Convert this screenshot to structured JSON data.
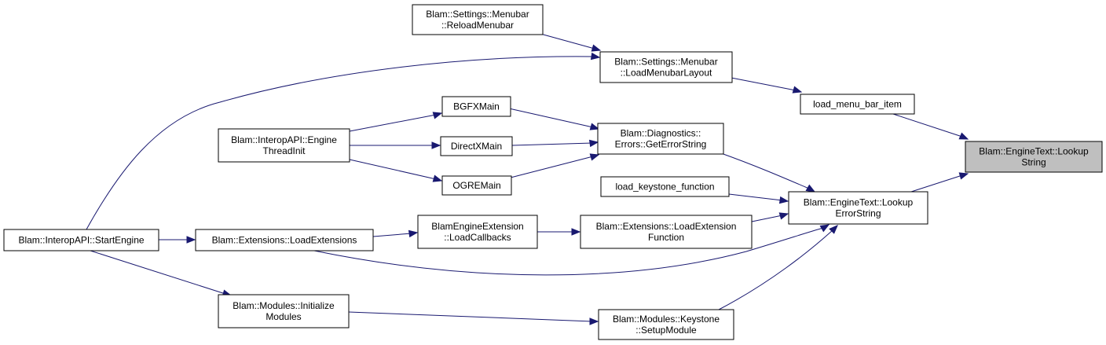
{
  "diagram": {
    "colors": {
      "edge": "#191970",
      "node_border": "#000000",
      "highlight_fill": "#bfbfbf",
      "node_fill": "#ffffff"
    },
    "nodes": [
      {
        "id": "lookup_string",
        "lines": [
          "Blam::EngineText::Lookup",
          "String"
        ],
        "highlight": true
      },
      {
        "id": "load_menu_bar_item",
        "lines": [
          "load_menu_bar_item"
        ]
      },
      {
        "id": "lookup_error_string",
        "lines": [
          "Blam::EngineText::Lookup",
          "ErrorString"
        ]
      },
      {
        "id": "load_menubar_layout",
        "lines": [
          "Blam::Settings::Menubar",
          "::LoadMenubarLayout"
        ]
      },
      {
        "id": "reload_menubar",
        "lines": [
          "Blam::Settings::Menubar",
          "::ReloadMenubar"
        ]
      },
      {
        "id": "start_engine",
        "lines": [
          "Blam::InteropAPI::StartEngine"
        ]
      },
      {
        "id": "get_error_string",
        "lines": [
          "Blam::Diagnostics::",
          "Errors::GetErrorString"
        ]
      },
      {
        "id": "bgfx_main",
        "lines": [
          "BGFXMain"
        ]
      },
      {
        "id": "directx_main",
        "lines": [
          "DirectXMain"
        ]
      },
      {
        "id": "ogre_main",
        "lines": [
          "OGREMain"
        ]
      },
      {
        "id": "engine_thread_init",
        "lines": [
          "Blam::InteropAPI::Engine",
          "ThreadInit"
        ]
      },
      {
        "id": "load_keystone_function",
        "lines": [
          "load_keystone_function"
        ]
      },
      {
        "id": "load_extension_function",
        "lines": [
          "Blam::Extensions::LoadExtension",
          "Function"
        ]
      },
      {
        "id": "load_callbacks",
        "lines": [
          "BlamEngineExtension",
          "::LoadCallbacks"
        ]
      },
      {
        "id": "load_extensions",
        "lines": [
          "Blam::Extensions::LoadExtensions"
        ]
      },
      {
        "id": "setup_module",
        "lines": [
          "Blam::Modules::Keystone",
          "::SetupModule"
        ]
      },
      {
        "id": "initialize_modules",
        "lines": [
          "Blam::Modules::Initialize",
          "Modules"
        ]
      }
    ],
    "edges": [
      {
        "from": "load_menu_bar_item",
        "to": "lookup_string"
      },
      {
        "from": "lookup_error_string",
        "to": "lookup_string"
      },
      {
        "from": "load_menubar_layout",
        "to": "load_menu_bar_item"
      },
      {
        "from": "reload_menubar",
        "to": "load_menubar_layout"
      },
      {
        "from": "start_engine",
        "to": "load_menubar_layout"
      },
      {
        "from": "get_error_string",
        "to": "lookup_error_string"
      },
      {
        "from": "bgfx_main",
        "to": "get_error_string"
      },
      {
        "from": "directx_main",
        "to": "get_error_string"
      },
      {
        "from": "ogre_main",
        "to": "get_error_string"
      },
      {
        "from": "engine_thread_init",
        "to": "bgfx_main"
      },
      {
        "from": "engine_thread_init",
        "to": "directx_main"
      },
      {
        "from": "engine_thread_init",
        "to": "ogre_main"
      },
      {
        "from": "load_keystone_function",
        "to": "lookup_error_string"
      },
      {
        "from": "load_extension_function",
        "to": "lookup_error_string"
      },
      {
        "from": "load_callbacks",
        "to": "load_extension_function"
      },
      {
        "from": "load_extensions",
        "to": "load_callbacks"
      },
      {
        "from": "start_engine",
        "to": "load_extensions"
      },
      {
        "from": "load_extensions",
        "to": "lookup_error_string"
      },
      {
        "from": "setup_module",
        "to": "lookup_error_string"
      },
      {
        "from": "initialize_modules",
        "to": "setup_module"
      },
      {
        "from": "start_engine",
        "to": "initialize_modules"
      }
    ]
  }
}
